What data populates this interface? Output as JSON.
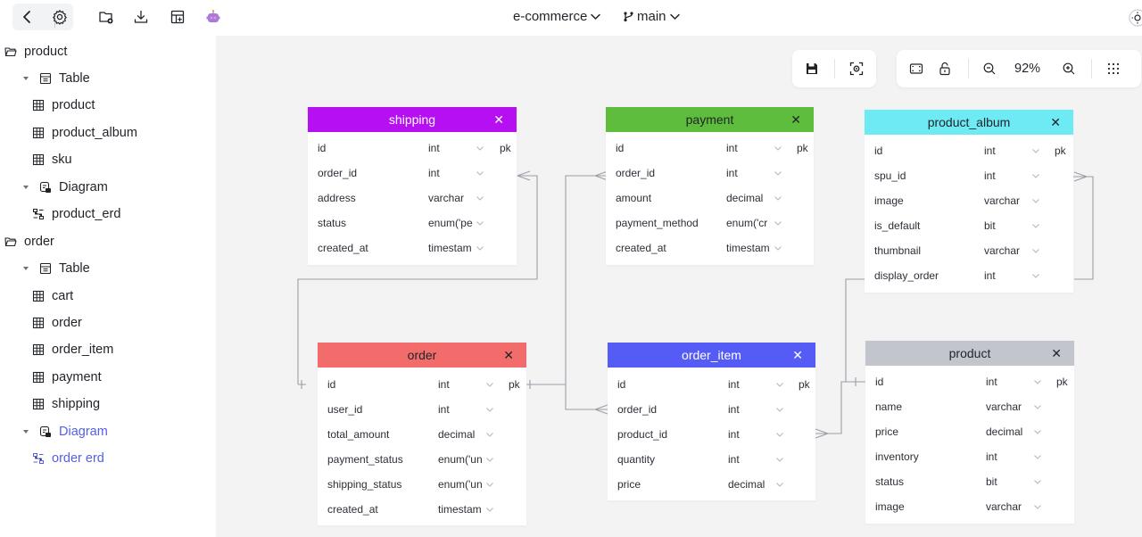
{
  "toolbar": {
    "db_name": "e-commerce",
    "branch": "main"
  },
  "colors": {
    "shipping": "#b60ff2",
    "payment": "#5fbd3d",
    "product_album": "#6eeaf4",
    "order": "#f36c6c",
    "order_item": "#555cf5",
    "product": "#c2c5cc",
    "active": "#5560e6"
  },
  "sidebar": {
    "items": [
      {
        "label": "product",
        "kind": "folder"
      },
      {
        "label": "Table",
        "kind": "group"
      },
      {
        "label": "product",
        "kind": "table"
      },
      {
        "label": "product_album",
        "kind": "table"
      },
      {
        "label": "sku",
        "kind": "table"
      },
      {
        "label": "Diagram",
        "kind": "group"
      },
      {
        "label": "product_erd",
        "kind": "erd"
      },
      {
        "label": "order",
        "kind": "folder"
      },
      {
        "label": "Table",
        "kind": "group"
      },
      {
        "label": "cart",
        "kind": "table"
      },
      {
        "label": "order",
        "kind": "table"
      },
      {
        "label": "order_item",
        "kind": "table"
      },
      {
        "label": "payment",
        "kind": "table"
      },
      {
        "label": "shipping",
        "kind": "table"
      },
      {
        "label": "Diagram",
        "kind": "group"
      },
      {
        "label": "order erd",
        "kind": "erd"
      }
    ]
  },
  "canvas": {
    "zoom": "92%"
  },
  "tables": {
    "shipping": {
      "name": "shipping",
      "columns": [
        {
          "name": "id",
          "type": "int",
          "key": "pk"
        },
        {
          "name": "order_id",
          "type": "int",
          "key": ""
        },
        {
          "name": "address",
          "type": "varchar",
          "key": ""
        },
        {
          "name": "status",
          "type": "enum('pe",
          "key": ""
        },
        {
          "name": "created_at",
          "type": "timestam",
          "key": ""
        }
      ]
    },
    "payment": {
      "name": "payment",
      "columns": [
        {
          "name": "id",
          "type": "int",
          "key": "pk"
        },
        {
          "name": "order_id",
          "type": "int",
          "key": ""
        },
        {
          "name": "amount",
          "type": "decimal",
          "key": ""
        },
        {
          "name": "payment_method",
          "type": "enum('cr",
          "key": ""
        },
        {
          "name": "created_at",
          "type": "timestam",
          "key": ""
        }
      ]
    },
    "product_album": {
      "name": "product_album",
      "columns": [
        {
          "name": "id",
          "type": "int",
          "key": "pk"
        },
        {
          "name": "spu_id",
          "type": "int",
          "key": ""
        },
        {
          "name": "image",
          "type": "varchar",
          "key": ""
        },
        {
          "name": "is_default",
          "type": "bit",
          "key": ""
        },
        {
          "name": "thumbnail",
          "type": "varchar",
          "key": ""
        },
        {
          "name": "display_order",
          "type": "int",
          "key": ""
        }
      ]
    },
    "order": {
      "name": "order",
      "columns": [
        {
          "name": "id",
          "type": "int",
          "key": "pk"
        },
        {
          "name": "user_id",
          "type": "int",
          "key": ""
        },
        {
          "name": "total_amount",
          "type": "decimal",
          "key": ""
        },
        {
          "name": "payment_status",
          "type": "enum('un",
          "key": ""
        },
        {
          "name": "shipping_status",
          "type": "enum('un",
          "key": ""
        },
        {
          "name": "created_at",
          "type": "timestam",
          "key": ""
        }
      ]
    },
    "order_item": {
      "name": "order_item",
      "columns": [
        {
          "name": "id",
          "type": "int",
          "key": "pk"
        },
        {
          "name": "order_id",
          "type": "int",
          "key": ""
        },
        {
          "name": "product_id",
          "type": "int",
          "key": ""
        },
        {
          "name": "quantity",
          "type": "int",
          "key": ""
        },
        {
          "name": "price",
          "type": "decimal",
          "key": ""
        }
      ]
    },
    "product": {
      "name": "product",
      "columns": [
        {
          "name": "id",
          "type": "int",
          "key": "pk"
        },
        {
          "name": "name",
          "type": "varchar",
          "key": ""
        },
        {
          "name": "price",
          "type": "decimal",
          "key": ""
        },
        {
          "name": "inventory",
          "type": "int",
          "key": ""
        },
        {
          "name": "status",
          "type": "bit",
          "key": ""
        },
        {
          "name": "image",
          "type": "varchar",
          "key": ""
        }
      ]
    }
  }
}
